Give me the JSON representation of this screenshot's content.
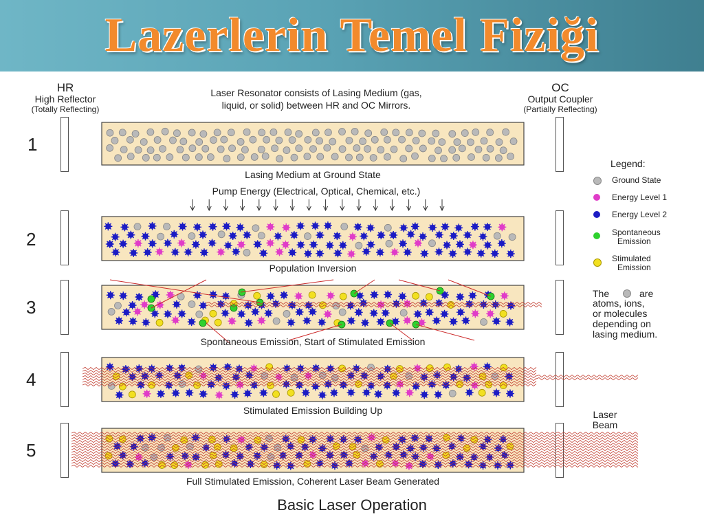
{
  "title": "Lazerlerin Temel Fiziği",
  "hr": {
    "abbr": "HR",
    "name": "High Reflector",
    "note": "(Totally Reflecting)"
  },
  "oc": {
    "abbr": "OC",
    "name": "Output Coupler",
    "note": "(Partially Reflecting)"
  },
  "intro": [
    "Laser Resonator consists of Lasing Medium (gas,",
    "liquid, or solid) between HR and OC Mirrors."
  ],
  "pump_label": "Pump Energy (Electrical, Optical, Chemical, etc.)",
  "stages": [
    {
      "number": "1",
      "caption": "Lasing Medium at Ground State"
    },
    {
      "number": "2",
      "caption": "Population Inversion"
    },
    {
      "number": "3",
      "caption": "Spontaneous Emission, Start of Stimulated Emission"
    },
    {
      "number": "4",
      "caption": "Stimulated Emission Building Up"
    },
    {
      "number": "5",
      "caption": "Full Stimulated Emission, Coherent Laser Beam Generated"
    }
  ],
  "legend": {
    "title": "Legend:",
    "items": [
      {
        "label": "Ground State",
        "color": "#b9b9b9"
      },
      {
        "label": "Energy Level 1",
        "color": "#e03cc8"
      },
      {
        "label": "Energy Level 2",
        "color": "#1c1cc4"
      },
      {
        "label": "Spontaneous",
        "label2": "Emission",
        "color": "#2ed12e"
      },
      {
        "label": "Stimulated",
        "label2": "Emission",
        "color": "#f2e020"
      }
    ]
  },
  "atoms_note": {
    "before": "The",
    "after": "are",
    "lines": [
      "atoms, ions,",
      "or molecules",
      "depending on",
      "lasing medium."
    ]
  },
  "laser_beam_label": [
    "Laser",
    "Beam"
  ],
  "main_caption": "Basic Laser Operation",
  "colors": {
    "medium_fill": "#f8e6bf",
    "beam": "#c0392b",
    "photon_line": "#cc2b2b"
  }
}
